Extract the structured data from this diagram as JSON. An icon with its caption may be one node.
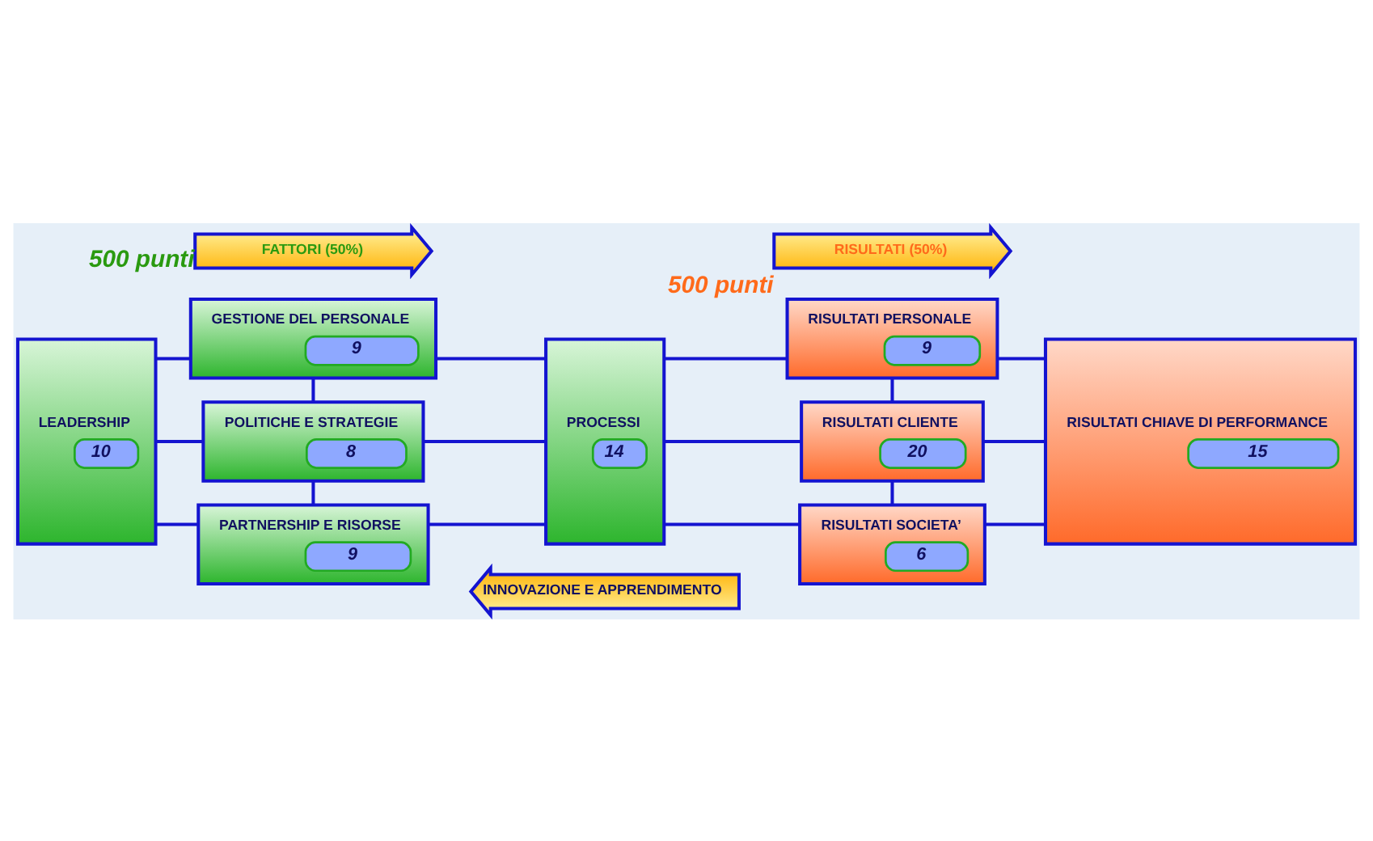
{
  "diagram": {
    "nodes": [
      {
        "text": [
          "FATTORI (50%)"
        ],
        "beside": [
          "500 punti"
        ]
      },
      {
        "text": [
          "RISULTATI (50%)"
        ],
        "beside": [
          "500 punti"
        ]
      },
      {
        "text": [
          "LEADERSHIP",
          "10"
        ]
      },
      {
        "text": [
          "GESTIONE DEL PERSONALE",
          "9"
        ]
      },
      {
        "text": [
          "POLITICHE E STRATEGIE",
          "8"
        ]
      },
      {
        "text": [
          "PARTNERSHIP E RISORSE",
          "9"
        ]
      },
      {
        "text": [
          "PROCESSI",
          "14"
        ]
      },
      {
        "text": [
          "RISULTATI PERSONALE",
          "9"
        ]
      },
      {
        "text": [
          "RISULTATI CLIENTE",
          "20"
        ]
      },
      {
        "text": [
          "RISULTATI SOCIETA’",
          "6"
        ]
      },
      {
        "text": [
          "RISULTATI CHIAVE DI PERFORMANCE",
          "15"
        ]
      },
      {
        "text": [
          "INNOVAZIONE E APPRENDIMENTO"
        ]
      }
    ],
    "edges": [
      {
        "from": 2,
        "to": 3,
        "arrow": "none"
      },
      {
        "from": 2,
        "to": 4,
        "arrow": "none"
      },
      {
        "from": 2,
        "to": 5,
        "arrow": "none"
      },
      {
        "from": 3,
        "to": 4,
        "arrow": "none"
      },
      {
        "from": 4,
        "to": 5,
        "arrow": "none"
      },
      {
        "from": 3,
        "to": 6,
        "arrow": "none"
      },
      {
        "from": 4,
        "to": 6,
        "arrow": "none"
      },
      {
        "from": 5,
        "to": 6,
        "arrow": "none"
      },
      {
        "from": 6,
        "to": 7,
        "arrow": "none"
      },
      {
        "from": 6,
        "to": 8,
        "arrow": "none"
      },
      {
        "from": 6,
        "to": 9,
        "arrow": "none"
      },
      {
        "from": 7,
        "to": 8,
        "arrow": "none"
      },
      {
        "from": 8,
        "to": 9,
        "arrow": "none"
      },
      {
        "from": 7,
        "to": 10,
        "arrow": "none"
      },
      {
        "from": 8,
        "to": 10,
        "arrow": "none"
      },
      {
        "from": 9,
        "to": 10,
        "arrow": "none"
      }
    ]
  }
}
